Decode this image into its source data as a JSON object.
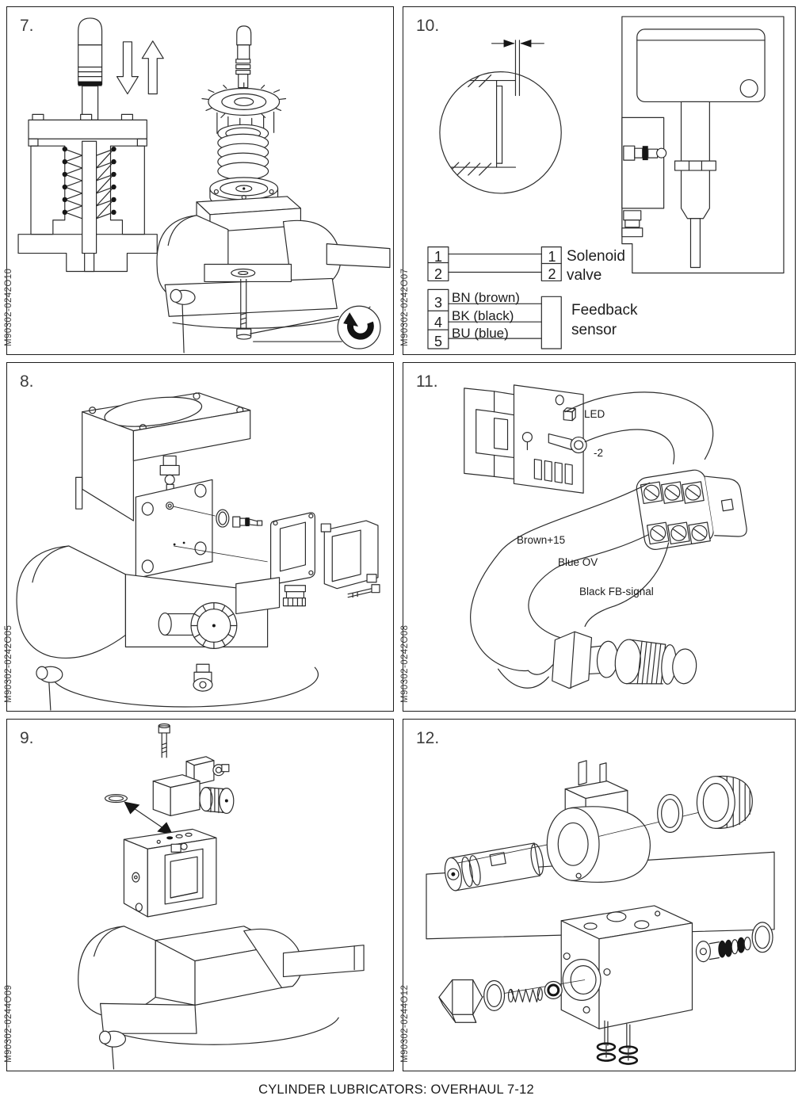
{
  "page": {
    "caption": "CYLINDER LUBRICATORS: OVERHAUL 7-12"
  },
  "panels": {
    "p7": {
      "number": "7.",
      "code": "M90302-0242O10"
    },
    "p8": {
      "number": "8.",
      "code": "M90302-0242O05"
    },
    "p9": {
      "number": "9.",
      "code": "M90302-0244O09"
    },
    "p10": {
      "number": "10.",
      "code": "M90302-0242O07",
      "wiring": {
        "left_pins": [
          "1",
          "2",
          "3",
          "4",
          "5"
        ],
        "solenoid_pins": [
          "1",
          "2"
        ],
        "solenoid_line1": "Solenoid",
        "solenoid_line2": "valve",
        "wire_bn": "BN (brown)",
        "wire_bk": "BK (black)",
        "wire_bu": "BU (blue)",
        "feedback_line1": "Feedback",
        "feedback_line2": "sensor"
      }
    },
    "p11": {
      "number": "11.",
      "code": "M90302-0242O08",
      "labels": {
        "led": "LED",
        "connector": "-2",
        "wire_brown": "Brown+15",
        "wire_blue": "Blue OV",
        "wire_black": "Black FB-signal"
      }
    },
    "p12": {
      "number": "12.",
      "code": "M90302-0244O12"
    }
  }
}
